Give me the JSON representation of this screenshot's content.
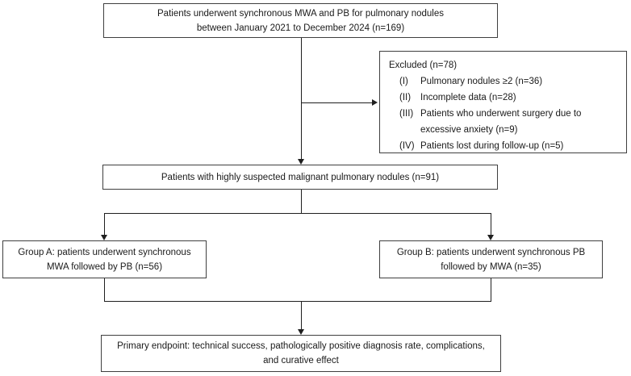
{
  "figure": {
    "type": "patient-flow-diagram",
    "colors": {
      "background": "#ffffff",
      "box_border": "#3f3f3f",
      "line": "#1f1f1f",
      "text": "#1a1a1a"
    },
    "boxes": {
      "enrollment": {
        "line1": "Patients underwent synchronous MWA and PB for pulmonary nodules",
        "line2": "between January 2021 to December 2024 (n=169)"
      },
      "excluded": {
        "title": "Excluded (n=78)",
        "items": [
          {
            "num": "(I)",
            "text": "Pulmonary nodules ≥2 (n=36)"
          },
          {
            "num": "(II)",
            "text": "Incomplete data (n=28)"
          },
          {
            "num": "(III)",
            "text": "Patients who underwent surgery due to excessive anxiety (n=9)"
          },
          {
            "num": "(IV)",
            "text": "Patients lost during follow-up (n=5)"
          }
        ]
      },
      "suspected": {
        "line1": "Patients with highly suspected malignant pulmonary nodules (n=91)"
      },
      "group_a": {
        "line1": "Group A: patients underwent synchronous",
        "line2": "MWA followed by PB (n=56)"
      },
      "group_b": {
        "line1": "Group B: patients underwent synchronous PB",
        "line2": "followed by MWA (n=35)"
      },
      "endpoint": {
        "line1": "Primary endpoint: technical success, pathologically positive diagnosis rate, complications,",
        "line2": "and curative effect"
      }
    }
  }
}
